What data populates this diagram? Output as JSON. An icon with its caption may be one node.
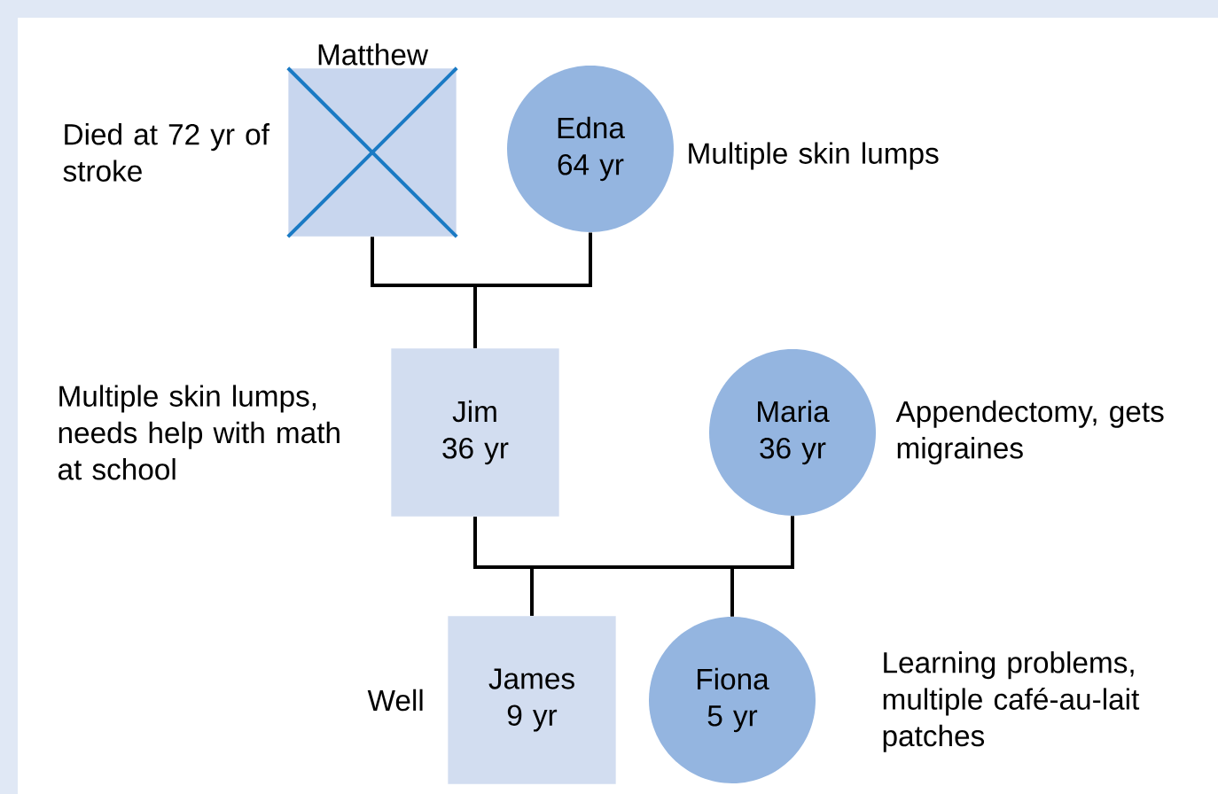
{
  "diagram": {
    "nodes": [
      {
        "text": [
          "Matthew"
        ],
        "beside": [
          "Died at 72 yr of stroke"
        ]
      },
      {
        "text": [
          "Edna 64 yr"
        ],
        "beside": [
          "Multiple skin lumps"
        ]
      },
      {
        "text": [
          "Jim 36 yr"
        ],
        "beside": [
          "Multiple skin lumps, needs help with math at school"
        ]
      },
      {
        "text": [
          "Maria 36 yr"
        ],
        "beside": [
          "Appendectomy, gets migraines"
        ]
      },
      {
        "text": [
          "James 9 yr"
        ],
        "beside": [
          "Well"
        ]
      },
      {
        "text": [
          "Fiona 5 yr"
        ],
        "beside": [
          "Learning problems, multiple café-au-lait patches"
        ]
      }
    ],
    "edges": [
      {
        "from": 0,
        "to": 2,
        "arrow": "none"
      },
      {
        "from": 1,
        "to": 2,
        "arrow": "none"
      },
      {
        "from": 2,
        "to": 4,
        "arrow": "none"
      },
      {
        "from": 2,
        "to": 5,
        "arrow": "none"
      },
      {
        "from": 3,
        "to": 4,
        "arrow": "none"
      },
      {
        "from": 3,
        "to": 5,
        "arrow": "none"
      }
    ]
  }
}
